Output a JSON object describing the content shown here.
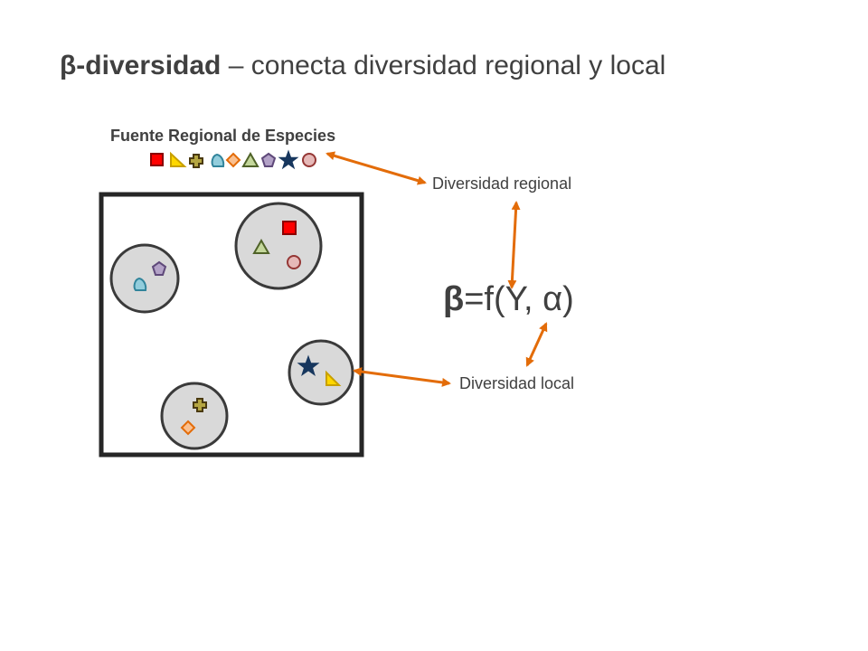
{
  "title": {
    "bold": "β-diversidad",
    "rest": " – conecta diversidad regional y local"
  },
  "pool": {
    "label": "Fuente Regional de Especies",
    "species": [
      "red-square",
      "yellow-right-triangle",
      "olive-cross",
      "teal-drop",
      "orange-diamond",
      "green-triangle",
      "purple-pentagon",
      "navy-star",
      "brown-circle"
    ]
  },
  "labels": {
    "regional": "Diversidad regional",
    "local": "Diversidad local"
  },
  "formula": {
    "beta": "β",
    "rest": "=f(Y, α)"
  },
  "colors": {
    "arrow": "#E36C09",
    "text": "#404040",
    "circle_fill": "#D9D9D9",
    "circle_stroke": "#3A3A3A"
  }
}
